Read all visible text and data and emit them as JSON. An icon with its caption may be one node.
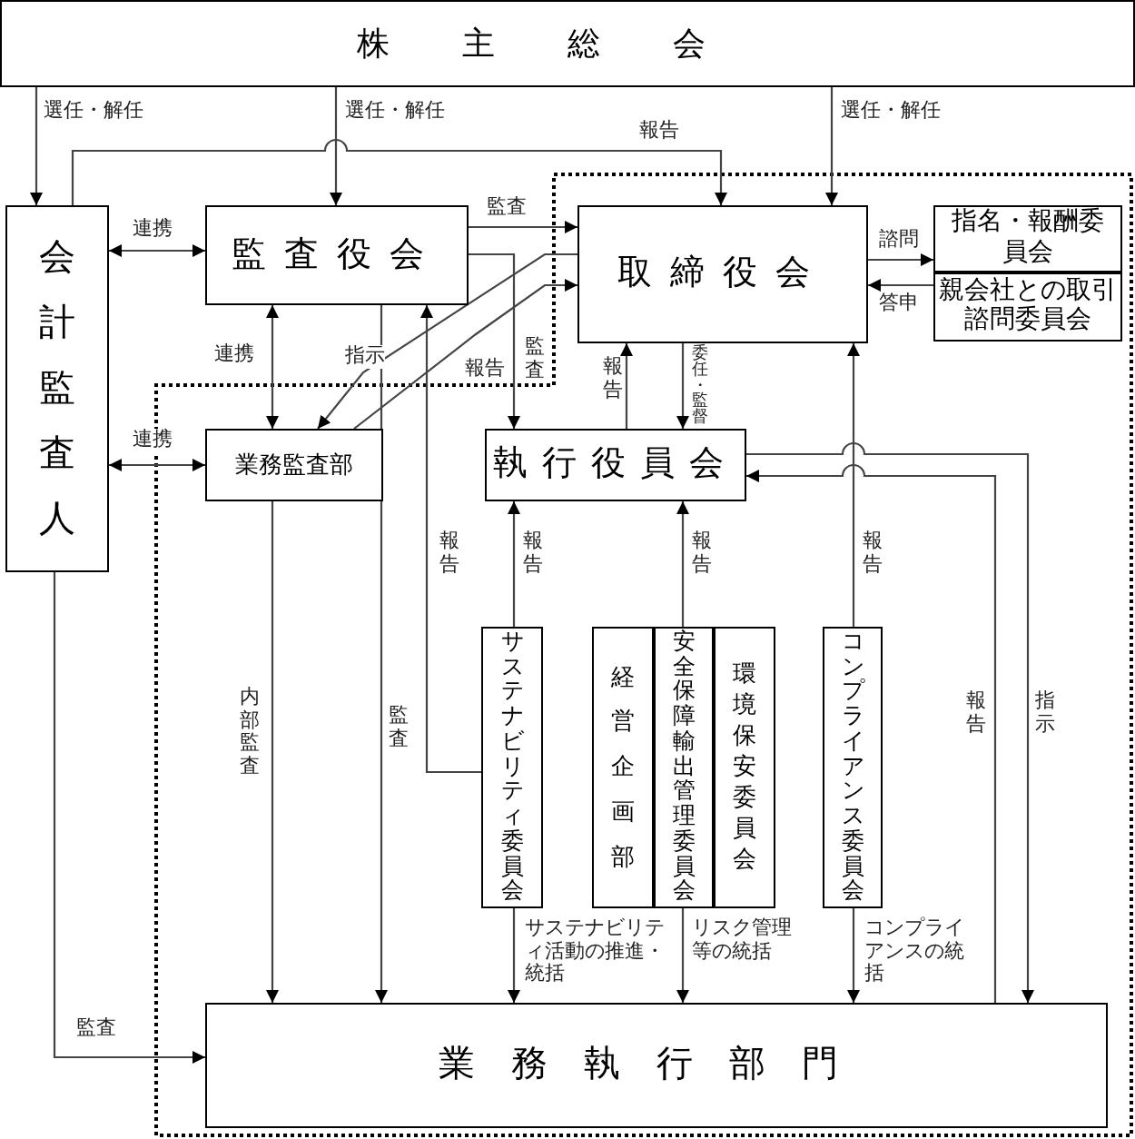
{
  "diagram": {
    "nodes": [
      {
        "text": [
          "株主総会"
        ]
      },
      {
        "text": [
          "会計監査人"
        ]
      },
      {
        "text": [
          "監査役会"
        ]
      },
      {
        "text": [
          "取締役会"
        ]
      },
      {
        "text": [
          "指名・報酬委員会"
        ]
      },
      {
        "text": [
          "親会社との取引諮問委員会"
        ]
      },
      {
        "text": [
          "業務監査部"
        ]
      },
      {
        "text": [
          "執行役員会"
        ]
      },
      {
        "text": [
          "サステナビリティ委員会"
        ]
      },
      {
        "text": [
          "経営企画部"
        ]
      },
      {
        "text": [
          "安全保障輸出管理委員会"
        ]
      },
      {
        "text": [
          "環境保安委員会"
        ]
      },
      {
        "text": [
          "コンプライアンス委員会"
        ]
      },
      {
        "text": [
          "業務執行部門"
        ]
      }
    ],
    "edges": [
      {
        "from": 0,
        "to": 1,
        "arrow": "to",
        "label": "選任・解任"
      },
      {
        "from": 0,
        "to": 2,
        "arrow": "to",
        "label": "選任・解任"
      },
      {
        "from": 0,
        "to": 3,
        "arrow": "to",
        "label": "選任・解任"
      },
      {
        "from": 1,
        "to": 3,
        "arrow": "to",
        "label": "報告"
      },
      {
        "from": 1,
        "to": 2,
        "arrow": "both",
        "label": "連携"
      },
      {
        "from": 1,
        "to": 6,
        "arrow": "both",
        "label": "連携"
      },
      {
        "from": 2,
        "to": 6,
        "arrow": "both",
        "label": "連携"
      },
      {
        "from": 2,
        "to": 3,
        "arrow": "to",
        "label": "監査"
      },
      {
        "from": 2,
        "to": 7,
        "arrow": "to",
        "label": "監査"
      },
      {
        "from": 3,
        "to": 6,
        "arrow": "to",
        "label": "指示"
      },
      {
        "from": 6,
        "to": 3,
        "arrow": "to",
        "label": "報告"
      },
      {
        "from": 3,
        "to": 4,
        "arrow": "to",
        "label": "諮問"
      },
      {
        "from": 5,
        "to": 3,
        "arrow": "to",
        "label": "答申"
      },
      {
        "from": 7,
        "to": 3,
        "arrow": "to",
        "label": "報告"
      },
      {
        "from": 3,
        "to": 7,
        "arrow": "to",
        "label": "委任・監督"
      },
      {
        "from": 12,
        "to": 3,
        "arrow": "to",
        "label": "報告"
      },
      {
        "from": 7,
        "to": 13,
        "arrow": "to",
        "label": "指示"
      },
      {
        "from": 13,
        "to": 7,
        "arrow": "to",
        "label": "報告"
      },
      {
        "from": 8,
        "to": 7,
        "arrow": "to",
        "label": "報告"
      },
      {
        "from": 8,
        "to": 2,
        "arrow": "to",
        "label": "報告"
      },
      {
        "from": 10,
        "to": 7,
        "arrow": "to",
        "label": "報告"
      },
      {
        "from": 6,
        "to": 13,
        "arrow": "to",
        "label": "内部監査"
      },
      {
        "from": 2,
        "to": 13,
        "arrow": "to",
        "label": "監査"
      },
      {
        "from": 1,
        "to": 13,
        "arrow": "to",
        "label": "監査"
      },
      {
        "from": 8,
        "to": 13,
        "arrow": "to",
        "label": "サステナビリティ活動の推進・統括"
      },
      {
        "from": 10,
        "to": 13,
        "arrow": "to",
        "label": "リスク管理等の統括"
      },
      {
        "from": 12,
        "to": 13,
        "arrow": "to",
        "label": "コンプライアンスの統括"
      }
    ]
  }
}
